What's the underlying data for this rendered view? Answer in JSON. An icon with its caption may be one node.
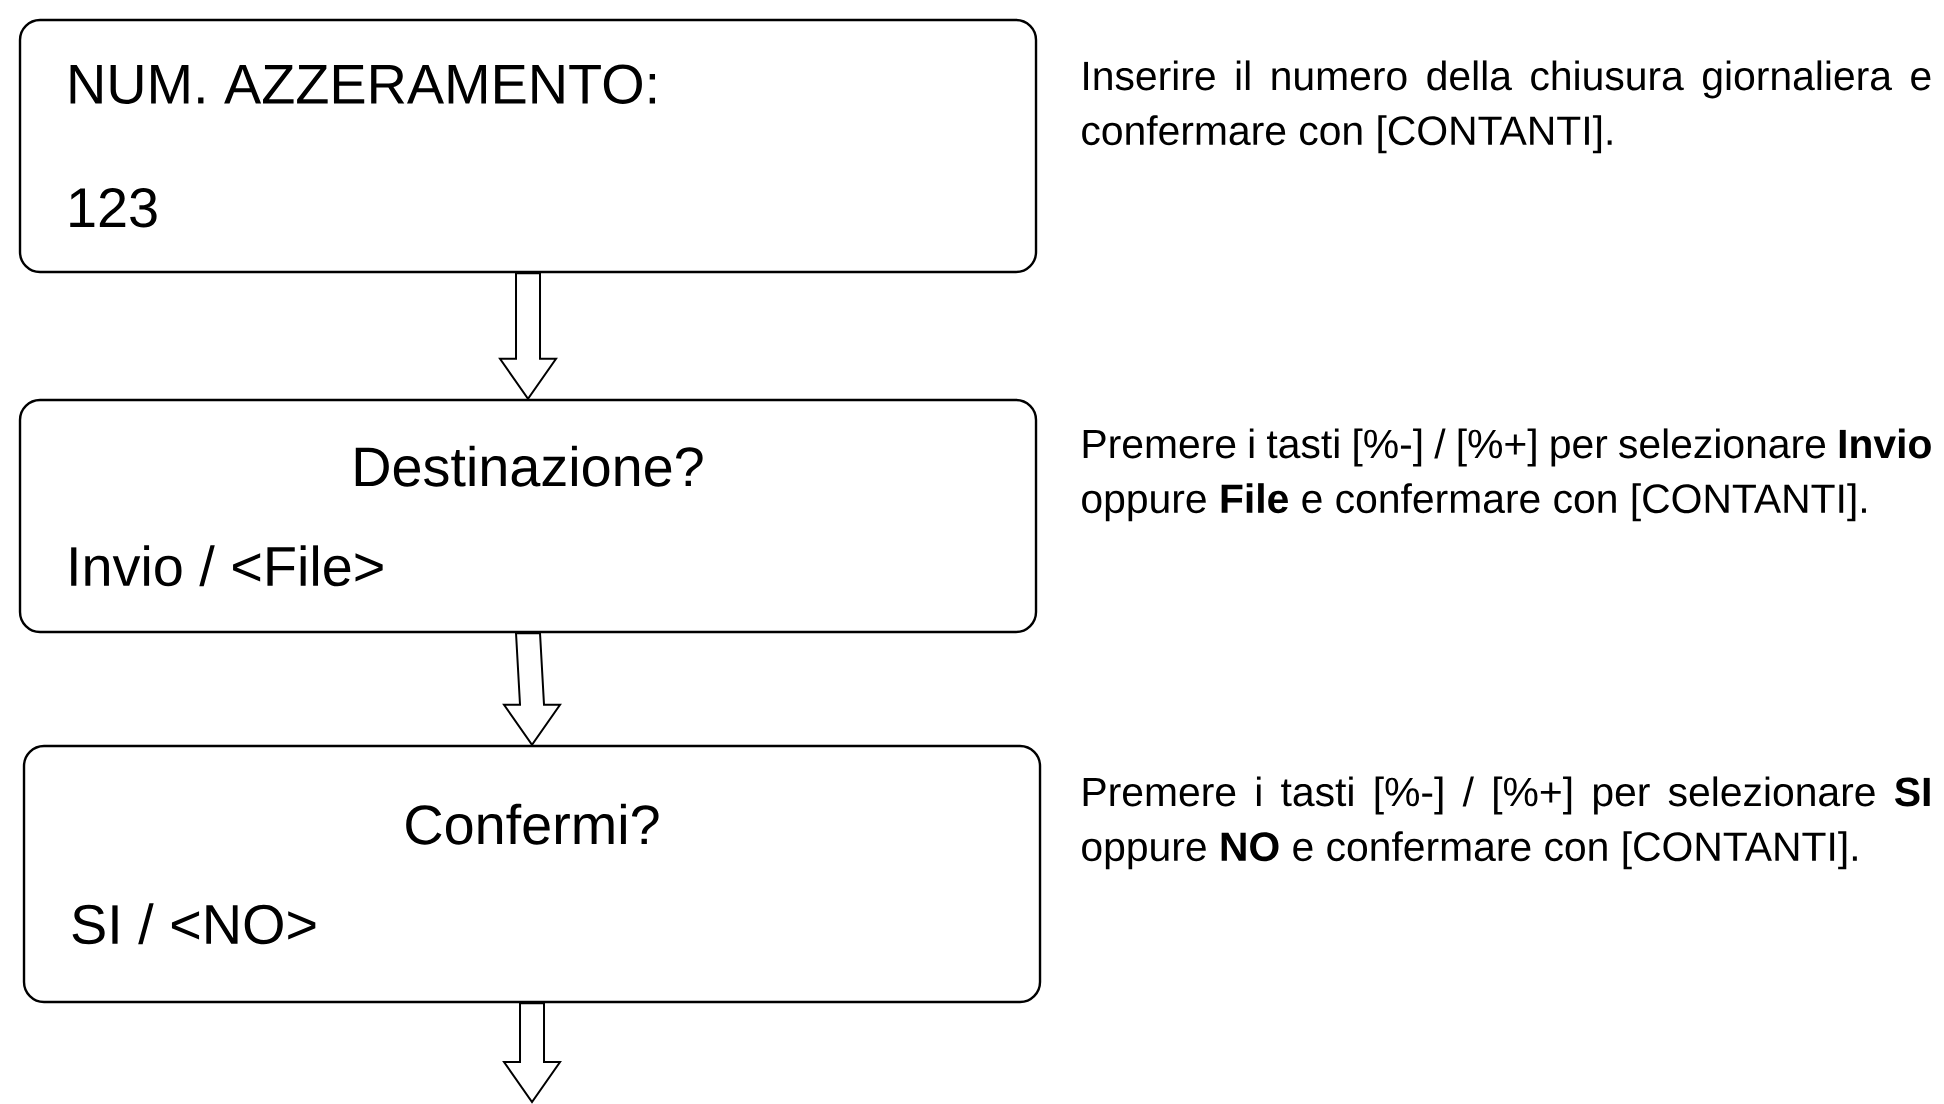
{
  "diagram": {
    "nodes": [
      {
        "text": [
          "NUM. AZZERAMENTO:",
          "123"
        ],
        "beside": [
          "Inserire il numero della chiusura giornaliera e confermare con [CONTANTI]."
        ]
      },
      {
        "text": [
          "Destinazione?",
          "Invio  / <File>"
        ],
        "beside": [
          "Premere i tasti [%-] / [%+] per selezionare **Invio** oppure **File** e confermare con [CONTANTI]."
        ]
      },
      {
        "text": [
          "Confermi?",
          "SI  / <NO>"
        ],
        "beside": [
          "Premere i tasti [%-] / [%+] per selezionare **SI** oppure **NO** e confermare con [CONTANTI]."
        ]
      }
    ],
    "edges": [
      {
        "from": 0,
        "to": 1,
        "arrow": "to"
      },
      {
        "from": 1,
        "to": 2,
        "arrow": "to"
      },
      {
        "from": 2,
        "to": null,
        "arrow": "to"
      }
    ]
  }
}
